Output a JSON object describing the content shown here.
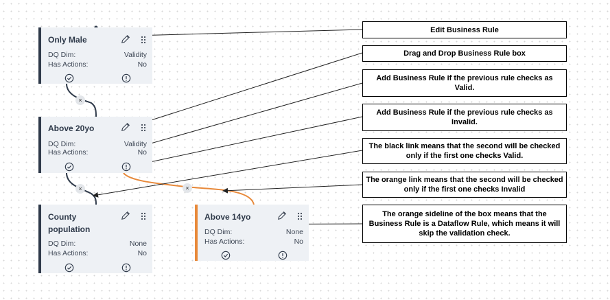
{
  "cards": [
    {
      "title": "Only Male",
      "dq_label": "DQ Dim:",
      "dq_value": "Validity",
      "actions_label": "Has Actions:",
      "actions_value": "No"
    },
    {
      "title": "Above 20yo",
      "dq_label": "DQ Dim:",
      "dq_value": "Validity",
      "actions_label": "Has Actions:",
      "actions_value": "No"
    },
    {
      "title": "County population",
      "dq_label": "DQ Dim:",
      "dq_value": "None",
      "actions_label": "Has Actions:",
      "actions_value": "No"
    },
    {
      "title": "Above 14yo",
      "dq_label": "DQ Dim:",
      "dq_value": "None",
      "actions_label": "Has Actions:",
      "actions_value": "No"
    }
  ],
  "notes": [
    "Edit Business Rule",
    "Drag and Drop Business Rule box",
    "Add Business Rule if the previous rule checks as Valid.",
    "Add Business Rule if the previous rule checks as Invalid.",
    "The black link means that the second will be checked only if the first one checks Valid.",
    "The orange link means that the second will be checked only if the first one checks Invalid",
    "The orange sideline of the box means that the Business Rule is a Dataflow Rule, which means it will skip the validation check."
  ],
  "remove_link_symbol": "×",
  "colors": {
    "valid_link": "#2f3a4a",
    "invalid_link": "#e8893a",
    "card_bg": "#eef1f5"
  }
}
